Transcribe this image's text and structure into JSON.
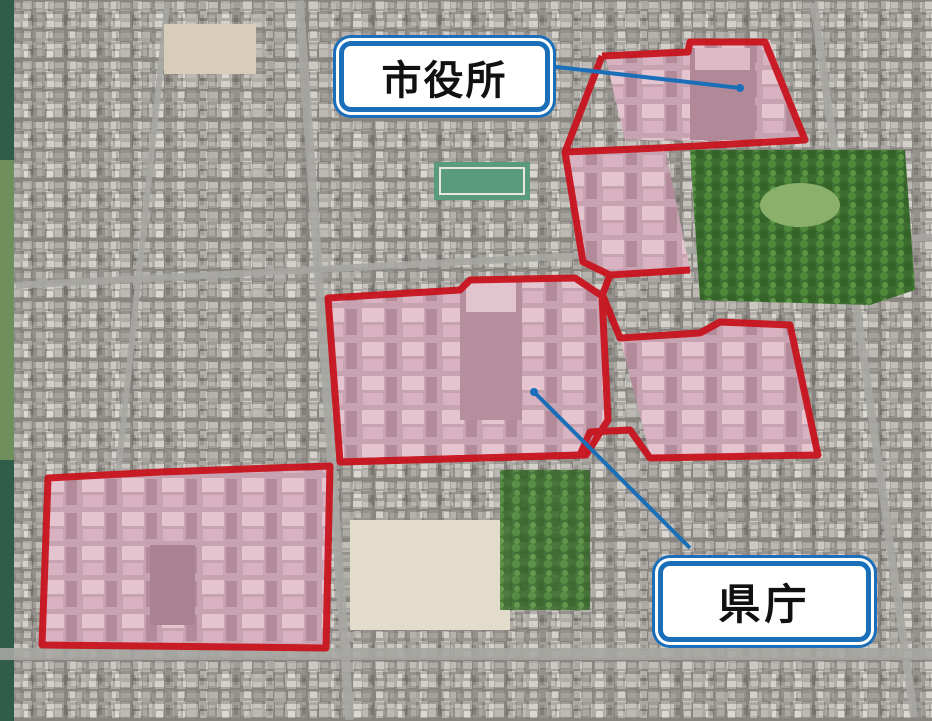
{
  "labels": {
    "city_hall": "市役所",
    "prefectural_office": "県庁"
  },
  "colors": {
    "boundary": "#c8141e",
    "callout_border": "#1a6fb8",
    "leader_line": "#1a6fb8",
    "park": "#3f7a33",
    "building_highlight": "#d8a6b6"
  },
  "scene": {
    "type": "aerial-photograph",
    "highlighted_areas": [
      "city-hall-district",
      "prefectural-office-district",
      "west-district"
    ]
  }
}
